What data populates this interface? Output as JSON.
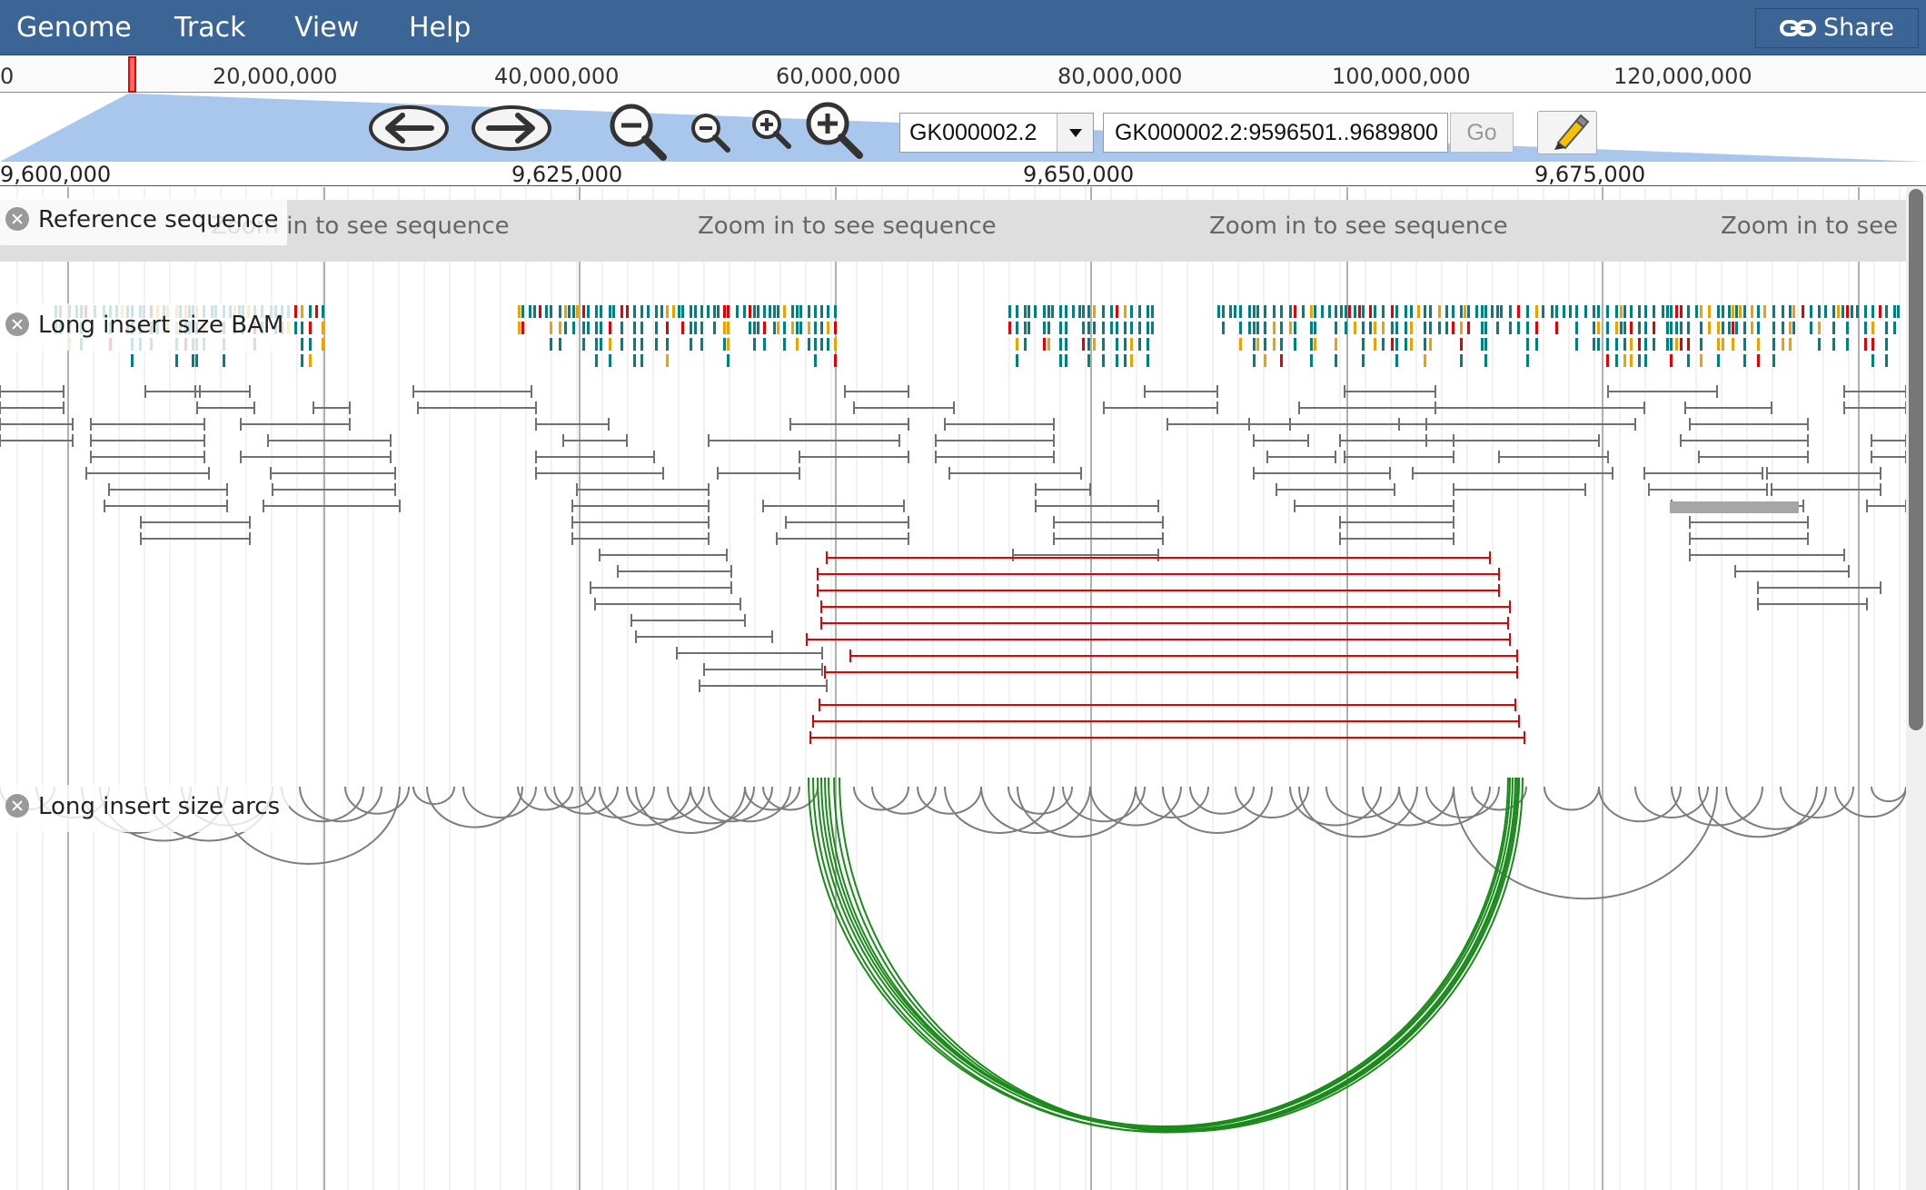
{
  "menu": {
    "items": [
      "Genome",
      "Track",
      "View",
      "Help"
    ],
    "share_label": "Share"
  },
  "overview": {
    "labels": [
      "0",
      "20,000,000",
      "40,000,000",
      "60,000,000",
      "80,000,000",
      "100,000,000",
      "120,000,000"
    ]
  },
  "navigation": {
    "chromosome": "GK000002.2",
    "location": "GK000002.2:9596501..9689800",
    "go_label": "Go"
  },
  "detail_ruler": {
    "labels": [
      "9,600,000",
      "9,625,000",
      "9,650,000",
      "9,675,000"
    ]
  },
  "tracks": {
    "reference": {
      "label": "Reference sequence",
      "message": "Zoom in to see sequence"
    },
    "bam": {
      "label": "Long insert size BAM"
    },
    "arcs": {
      "label": "Long insert size arcs"
    }
  },
  "colors": {
    "menubar": "#3b6595",
    "normal_pair": "#707070",
    "long_insert_pair": "#e60000",
    "long_insert_arc": "#1a8a1a",
    "mismatch_teal": "#00807f",
    "mismatch_orange": "#f0a000"
  }
}
